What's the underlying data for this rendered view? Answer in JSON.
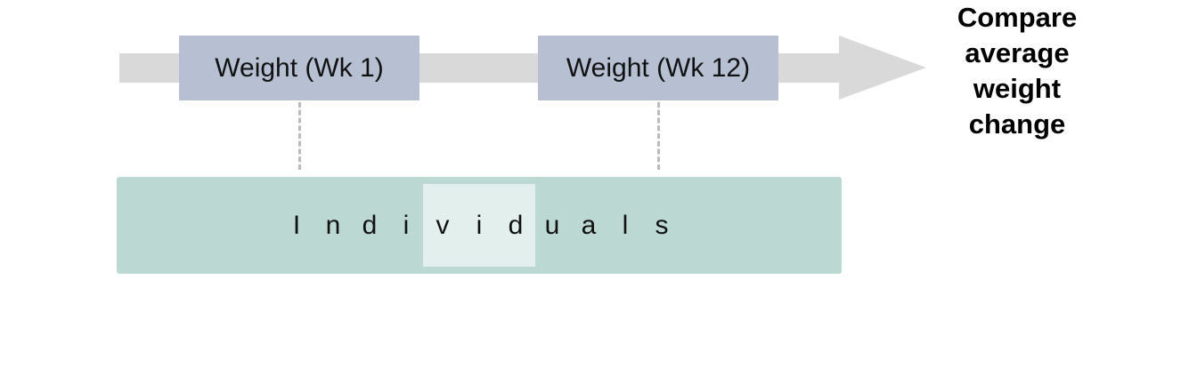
{
  "timepoints": [
    {
      "label": "Weight (Wk 1)"
    },
    {
      "label": "Weight (Wk 12)"
    }
  ],
  "group": {
    "label": "Individuals"
  },
  "outcome": {
    "lines": [
      "Compare",
      "average",
      "weight",
      "change"
    ]
  },
  "colors": {
    "arrow": "#d9d9d9",
    "timepoint_box": "#b7c0d2",
    "group_box": "#bcd8d2",
    "group_highlight": "#e3efec",
    "dashed_connector": "#bbbbbb"
  }
}
